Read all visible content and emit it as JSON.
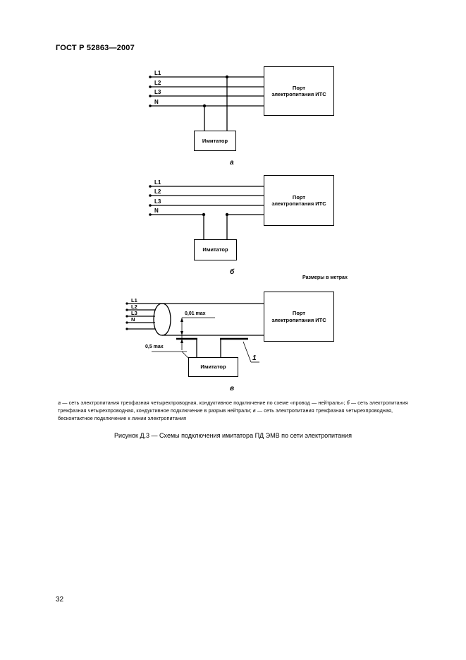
{
  "header": {
    "standard": "ГОСТ Р 52863—2007"
  },
  "diagrams": {
    "line_labels": [
      "L1",
      "L2",
      "L3",
      "N"
    ],
    "port_label_line1": "Порт",
    "port_label_line2": "электропитания ИТС",
    "imitator_label": "Имитатор",
    "captions": [
      "а",
      "б",
      "в"
    ],
    "dimensions_note": "Размеры в метрах",
    "dim_001": "0,01 max",
    "dim_05": "0,5 max",
    "item_number": "1"
  },
  "note": {
    "a_letter": "а",
    "a_text": " — сеть электропитания трехфазная четырехпроводная, кондуктивное подключение по схеме «провод — нейтраль»; ",
    "b_letter": "б",
    "b_text": " — сеть электропитания трехфазная четырехпроводная, кондуктивное подключение в разрыв нейтрали; ",
    "c_letter": "в",
    "c_text": " — сеть электропитания трехфазная четырехпроводная, бесконтактное подключение к линии электропитания"
  },
  "figure_caption": "Рисунок Д.3 — Схемы подключения имитатора ПД ЭМВ по сети электропитания",
  "page_number": "32"
}
